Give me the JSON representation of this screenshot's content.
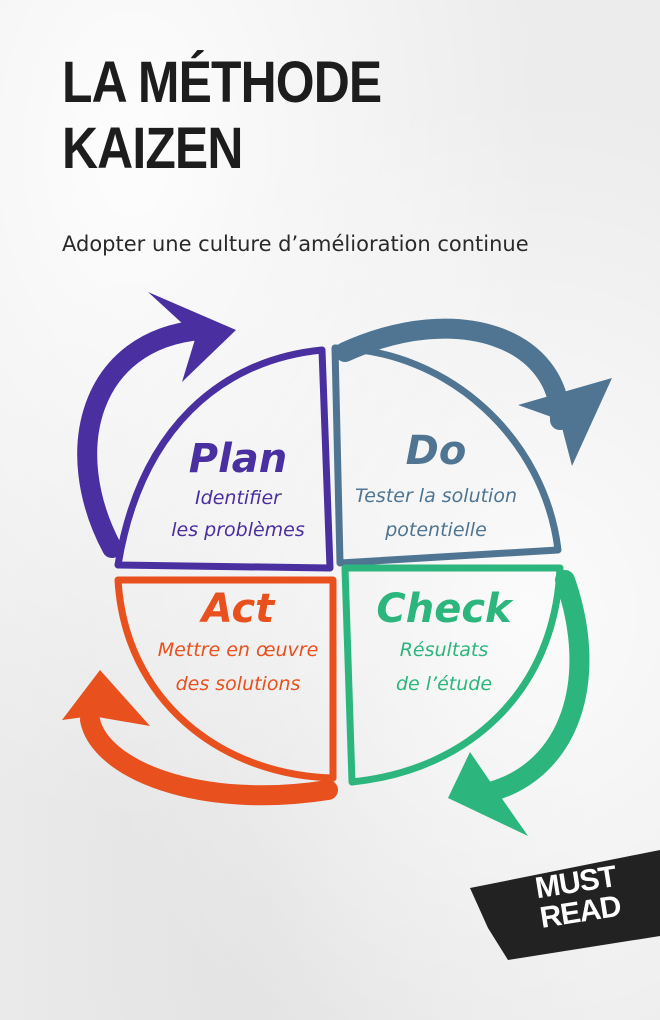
{
  "cover": {
    "title_line1": "LA MÉTHODE",
    "title_line2": "KAIZEN",
    "subtitle": "Adopter une culture d’amélioration continue"
  },
  "cycle": {
    "plan": {
      "heading": "Plan",
      "line1": "Identifier",
      "line2": "les problèmes",
      "color": "#4a2fa0"
    },
    "do": {
      "heading": "Do",
      "line1": "Tester la solution",
      "line2": "potentielle",
      "color": "#4f7592"
    },
    "check": {
      "heading": "Check",
      "line1": "Résultats",
      "line2": "de l’étude",
      "color": "#2cb67d"
    },
    "act": {
      "heading": "Act",
      "line1": "Mettre en œuvre",
      "line2": "des solutions",
      "color": "#e8501e"
    }
  },
  "badge": {
    "line1": "MUST",
    "line2": "READ",
    "color": "#222222"
  }
}
